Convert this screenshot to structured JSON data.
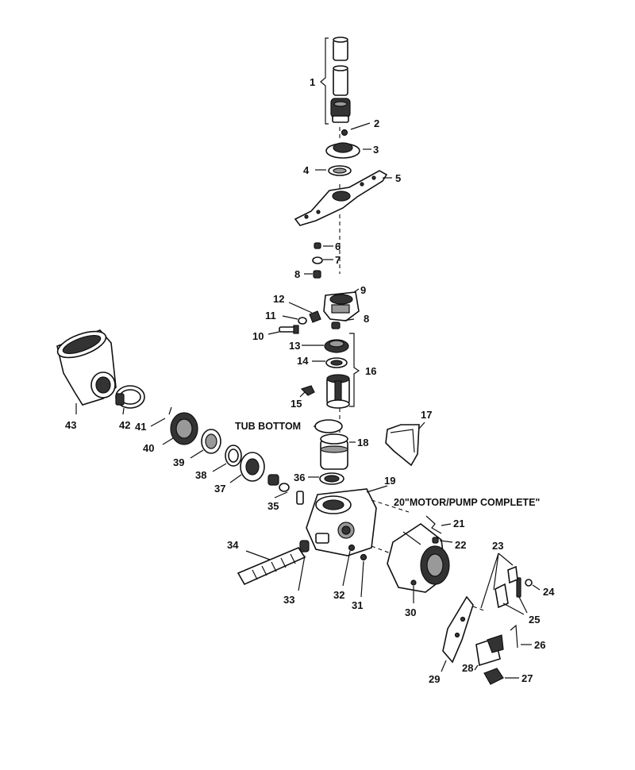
{
  "parts": [
    {
      "id": "p1",
      "label": "1"
    },
    {
      "id": "p2",
      "label": "2"
    },
    {
      "id": "p3",
      "label": "3"
    },
    {
      "id": "p4",
      "label": "4"
    },
    {
      "id": "p5",
      "label": "5"
    },
    {
      "id": "p6",
      "label": "6"
    },
    {
      "id": "p7",
      "label": "7"
    },
    {
      "id": "p8a",
      "label": "8"
    },
    {
      "id": "p9",
      "label": "9"
    },
    {
      "id": "p8b",
      "label": "8"
    },
    {
      "id": "p10",
      "label": "10"
    },
    {
      "id": "p11",
      "label": "11"
    },
    {
      "id": "p12",
      "label": "12"
    },
    {
      "id": "p13",
      "label": "13"
    },
    {
      "id": "p14",
      "label": "14"
    },
    {
      "id": "p15",
      "label": "15"
    },
    {
      "id": "p16",
      "label": "16"
    },
    {
      "id": "p17",
      "label": "17"
    },
    {
      "id": "p18",
      "label": "18"
    },
    {
      "id": "p19",
      "label": "19"
    },
    {
      "id": "p21",
      "label": "21"
    },
    {
      "id": "p22",
      "label": "22"
    },
    {
      "id": "p23",
      "label": "23"
    },
    {
      "id": "p24",
      "label": "24"
    },
    {
      "id": "p25",
      "label": "25"
    },
    {
      "id": "p26",
      "label": "26"
    },
    {
      "id": "p27",
      "label": "27"
    },
    {
      "id": "p28",
      "label": "28"
    },
    {
      "id": "p29",
      "label": "29"
    },
    {
      "id": "p30",
      "label": "30"
    },
    {
      "id": "p31",
      "label": "31"
    },
    {
      "id": "p32",
      "label": "32"
    },
    {
      "id": "p33",
      "label": "33"
    },
    {
      "id": "p34",
      "label": "34"
    },
    {
      "id": "p35",
      "label": "35"
    },
    {
      "id": "p36",
      "label": "36"
    },
    {
      "id": "p37",
      "label": "37"
    },
    {
      "id": "p38",
      "label": "38"
    },
    {
      "id": "p39",
      "label": "39"
    },
    {
      "id": "p40",
      "label": "40"
    },
    {
      "id": "p41",
      "label": "41"
    },
    {
      "id": "p42",
      "label": "42"
    },
    {
      "id": "p43",
      "label": "43"
    }
  ],
  "notes": {
    "tub_bottom": "TUB BOTTOM",
    "motor_pump": "20\"MOTOR/PUMP COMPLETE\""
  }
}
